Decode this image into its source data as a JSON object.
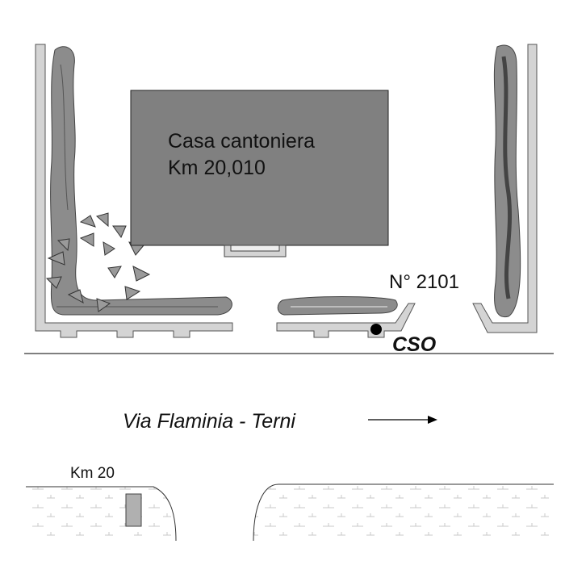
{
  "building": {
    "line1": "Casa cantoniera",
    "line2": "Km 20,010"
  },
  "house_number": "N° 2101",
  "cso_label": "CSO",
  "road": {
    "name": "Via Flaminia  -  Terni",
    "direction_icon": "arrow-right-icon"
  },
  "km_marker": "Km 20",
  "colors": {
    "building": "#808080",
    "wall": "#d4d4d4",
    "hedge": "#8c8c8c",
    "hedge_dark": "#555555",
    "marker": "#b0b0b0"
  }
}
